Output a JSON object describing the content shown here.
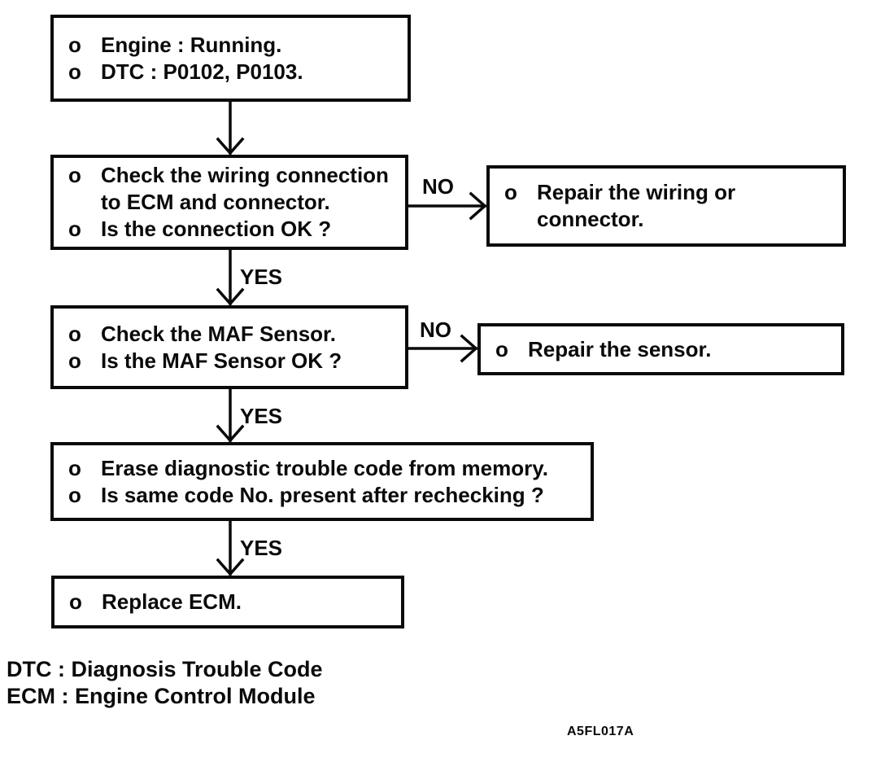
{
  "flowchart": {
    "bullet": "o",
    "yes_label": "YES",
    "no_label": "NO",
    "start_box": {
      "line1": "Engine : Running.",
      "line2": "DTC : P0102, P0103."
    },
    "check_wiring_box": {
      "item1_line1": "Check the wiring connection",
      "item1_line2": "to ECM and connector.",
      "item2": "Is the connection OK ?"
    },
    "repair_wiring_box": {
      "line1": "Repair the wiring or",
      "line2": "connector."
    },
    "check_maf_box": {
      "item1": "Check the MAF Sensor.",
      "item2": "Is the MAF Sensor OK ?"
    },
    "repair_sensor_box": {
      "item1": "Repair the sensor."
    },
    "erase_dtc_box": {
      "item1": "Erase diagnostic trouble code from memory.",
      "item2": "Is same code No. present after rechecking ?"
    },
    "replace_ecm_box": {
      "item1": "Replace ECM."
    }
  },
  "legend": {
    "line1": "DTC : Diagnosis Trouble Code",
    "line2": "ECM : Engine Control Module"
  },
  "figure_code": "A5FL017A"
}
